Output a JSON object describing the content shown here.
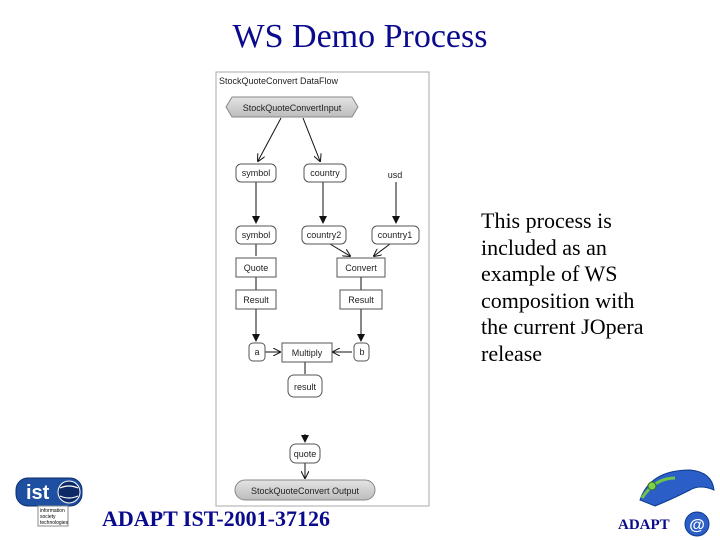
{
  "slide": {
    "title": "WS Demo Process",
    "description_lines": [
      "This process is",
      "included as an",
      "example  of WS",
      "composition with",
      "the current JOpera",
      "release"
    ],
    "footer_left": "ADAPT IST-2001-37126",
    "footer_right": "ADAPT"
  },
  "diagram": {
    "header": "StockQuoteConvert   DataFlow",
    "input_bar": "StockQuoteConvertInput",
    "output_bar": "StockQuoteConvert Output",
    "nodes": {
      "symbol_top": "symbol",
      "country_top": "country",
      "usd": "usd",
      "symbol_mid": "symbol",
      "country2": "country2",
      "country1": "country1",
      "quote_task": "Quote",
      "convert_task": "Convert",
      "result_left": "Result",
      "result_right": "Result",
      "a": "a",
      "multiply": "Multiply",
      "b": "b",
      "result_out": "result",
      "quote_out": "quote"
    }
  },
  "logos": {
    "ist_text": "ist",
    "ist_caption": [
      "information",
      "society",
      "technologies"
    ]
  },
  "colors": {
    "title": "#0a0a8c",
    "bar_fill": "#cfcfcf",
    "node_stroke": "#555555"
  }
}
